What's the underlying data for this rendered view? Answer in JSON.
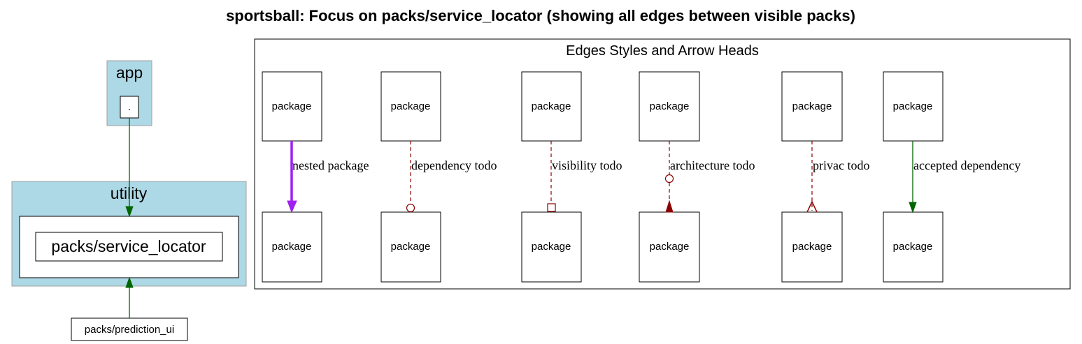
{
  "title": "sportsball: Focus on packs/service_locator (showing all edges between visible packs)",
  "colors": {
    "cluster_fill": "#add8e6",
    "cluster_border": "#a0a0a0",
    "accepted": "#006400",
    "todo": "#8b0000",
    "nested": "#a020f0"
  },
  "clusters": {
    "app": {
      "label": "app",
      "node": "."
    },
    "utility": {
      "label": "utility",
      "node": "packs/service_locator"
    }
  },
  "outside_nodes": {
    "prediction_ui": "packs/prediction_ui"
  },
  "legend": {
    "title": "Edges Styles and Arrow Heads",
    "node_label": "package",
    "edges": [
      {
        "label": "nested package",
        "style": "solid-bold",
        "arrowhead": "normal"
      },
      {
        "label": "dependency todo",
        "style": "dashed",
        "arrowhead": "odot"
      },
      {
        "label": "visibility todo",
        "style": "dashed",
        "arrowhead": "obox"
      },
      {
        "label": "architecture todo",
        "style": "dashed",
        "arrowhead": "odot-normal"
      },
      {
        "label": "privac todo",
        "style": "dashed",
        "arrowhead": "crow"
      },
      {
        "label": "accepted dependency",
        "style": "solid",
        "arrowhead": "normal"
      }
    ]
  }
}
